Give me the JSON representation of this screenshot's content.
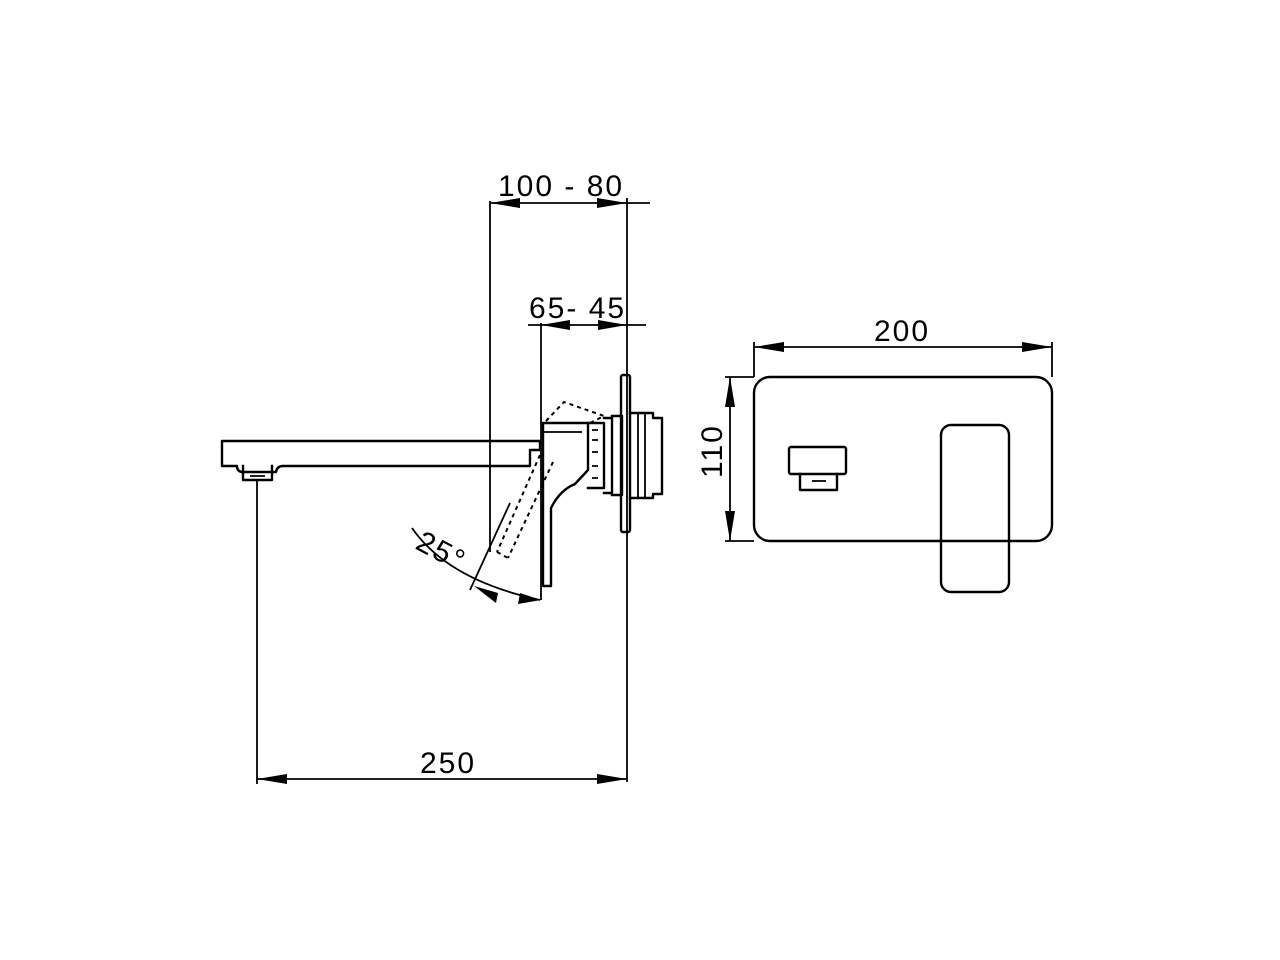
{
  "dimensions": {
    "wall_depth_range": "100 - 80",
    "handle_depth_range": "65- 45",
    "spout_projection": "250",
    "plate_width": "200",
    "plate_height": "110",
    "handle_angle": "25°"
  }
}
